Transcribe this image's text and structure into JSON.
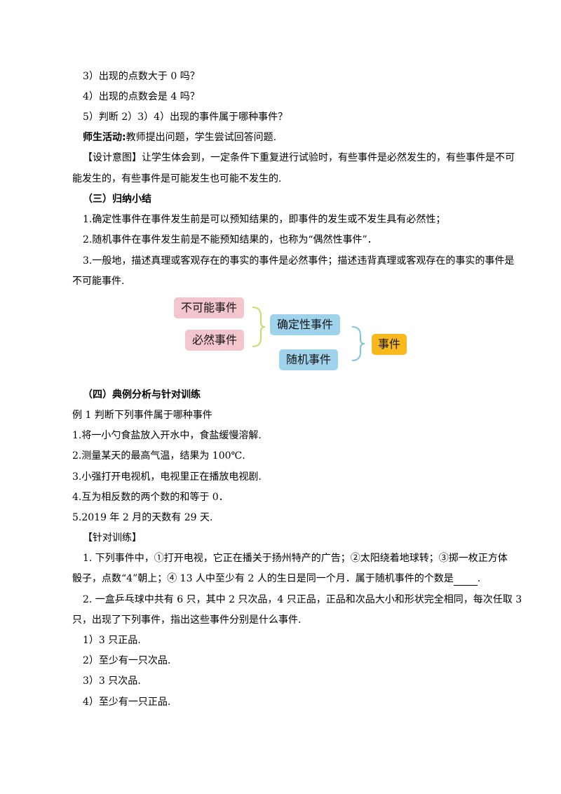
{
  "questions_top": [
    "3）出现的点数大于 0 吗？",
    "4）出现的点数会是 4 吗？",
    "5）判断 2）3）4）出现的事件属于哪种事件？"
  ],
  "activity": {
    "label": "师生活动:",
    "text": "教师提出问题，学生尝试回答问题."
  },
  "design_intent": {
    "line1": "【设计意图】让学生体会到，一定条件下重复进行试验时，有些事件是必然发生的，有些事件是不可",
    "line2": "能发生的，有些事件是可能发生也可能不发生的."
  },
  "section3": {
    "heading": "（三）归纳小结",
    "items": [
      "1.确定性事件在事件发生前是可以预知结果的，即事件的发生或不发生具有必然性；",
      "2.随机事件在事件发生前是不能预知结果的，也称为“偶然性事件”．",
      "3.一般地，描述真理或客观存在的事实的事件是必然事件；描述违背真理或客观存在的事实的事件是"
    ],
    "item3_cont": "不可能事件."
  },
  "diagram": {
    "impossible": "不可能事件",
    "certain": "必然事件",
    "deterministic": "确定性事件",
    "random": "随机事件",
    "event": "事件",
    "colors": {
      "pink": "#f3c6ce",
      "blue": "#9fd3ec",
      "orange": "#f9b91e",
      "bracket": "#c8de6a",
      "bracket2": "#7ec6e4"
    }
  },
  "section4": {
    "heading": "（四）典例分析与针对训练",
    "example_title": "例 1  判断下列事件属于哪种事件",
    "example_items": [
      "1.将一小勺食盐放入开水中，食盐缓慢溶解.",
      "2.测量某天的最高气温，结果为 100℃.",
      "3.小强打开电视机，电视里正在播放电视剧.",
      "4.互为相反数的两个数的和等于 0．",
      "5.2019 年 2 月的天数有 29 天."
    ],
    "training_title": "【针对训练】",
    "q1_line1": "1.  下列事件中，①打开电视，它正在播关于扬州特产的广告；②太阳绕着地球转；③掷一枚正方体",
    "q1_line2": "骰子，点数“4”朝上；④ 13 人中至少有 2 人的生日是同一个月．属于随机事件的个数是",
    "q1_end": ".",
    "q2_line1": "2.  一盒乒乓球中共有 6 只，其中 2 只次品，4 只正品，正品和次品大小和形状完全相同，每次任取 3",
    "q2_line2": "只，出现了下列事件，指出这些事件分别是什么事件.",
    "q2_items": [
      "1）3 只正品.",
      "2）至少有一只次品.",
      "3）3 只次品.",
      "4）至少有一只正品."
    ]
  }
}
